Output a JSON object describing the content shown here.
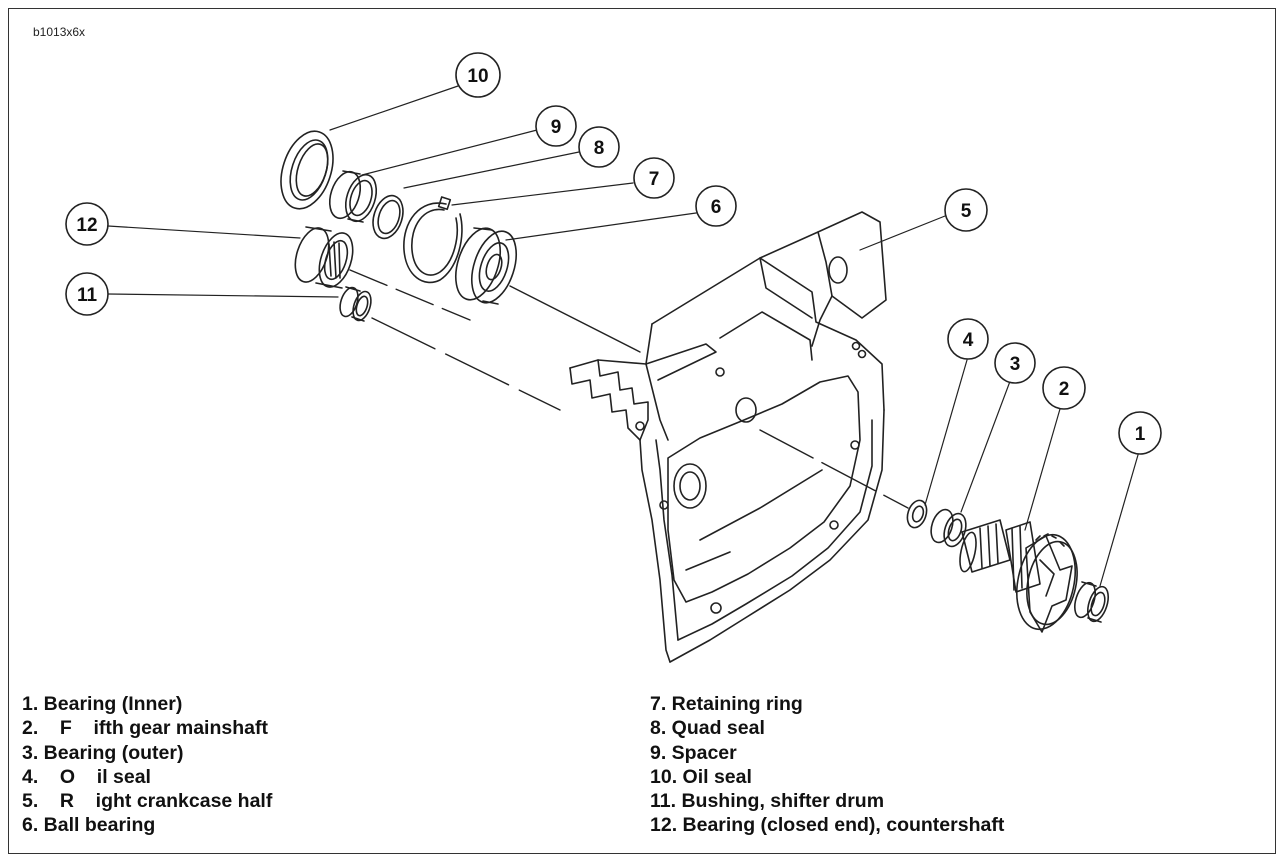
{
  "figure_id": "b1013x6x",
  "callouts": [
    "1",
    "2",
    "3",
    "4",
    "5",
    "6",
    "7",
    "8",
    "9",
    "10",
    "11",
    "12"
  ],
  "legend_left": [
    "1. Bearing (Inner)",
    "2.    F    ifth gear mainshaft",
    "3. Bearing (outer)",
    "4.    O    il seal",
    "5.    R    ight crankcase half",
    "6. Ball bearing"
  ],
  "legend_right": [
    "7. Retaining ring",
    "8. Quad seal",
    "9. Spacer",
    "10. Oil seal",
    "11. Bushing, shifter drum",
    "12. Bearing (closed end), countershaft"
  ]
}
